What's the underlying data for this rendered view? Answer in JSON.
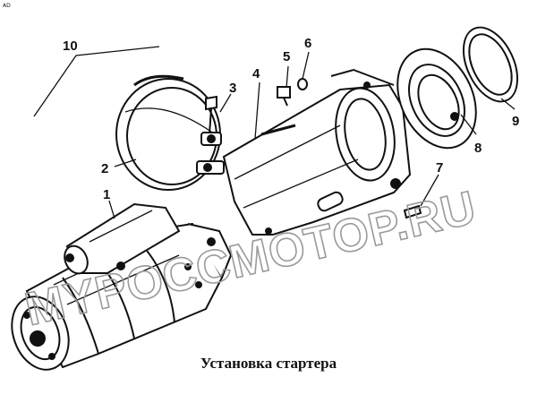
{
  "corner_mark": "AD",
  "caption": "Установка стартера",
  "watermark": "MYPOCCMOTOP.RU",
  "callouts": [
    "1",
    "2",
    "3",
    "4",
    "5",
    "6",
    "7",
    "8",
    "9",
    "10"
  ],
  "colors": {
    "ink": "#111111",
    "watermark": "#9a9a9a",
    "background": "#ffffff"
  }
}
